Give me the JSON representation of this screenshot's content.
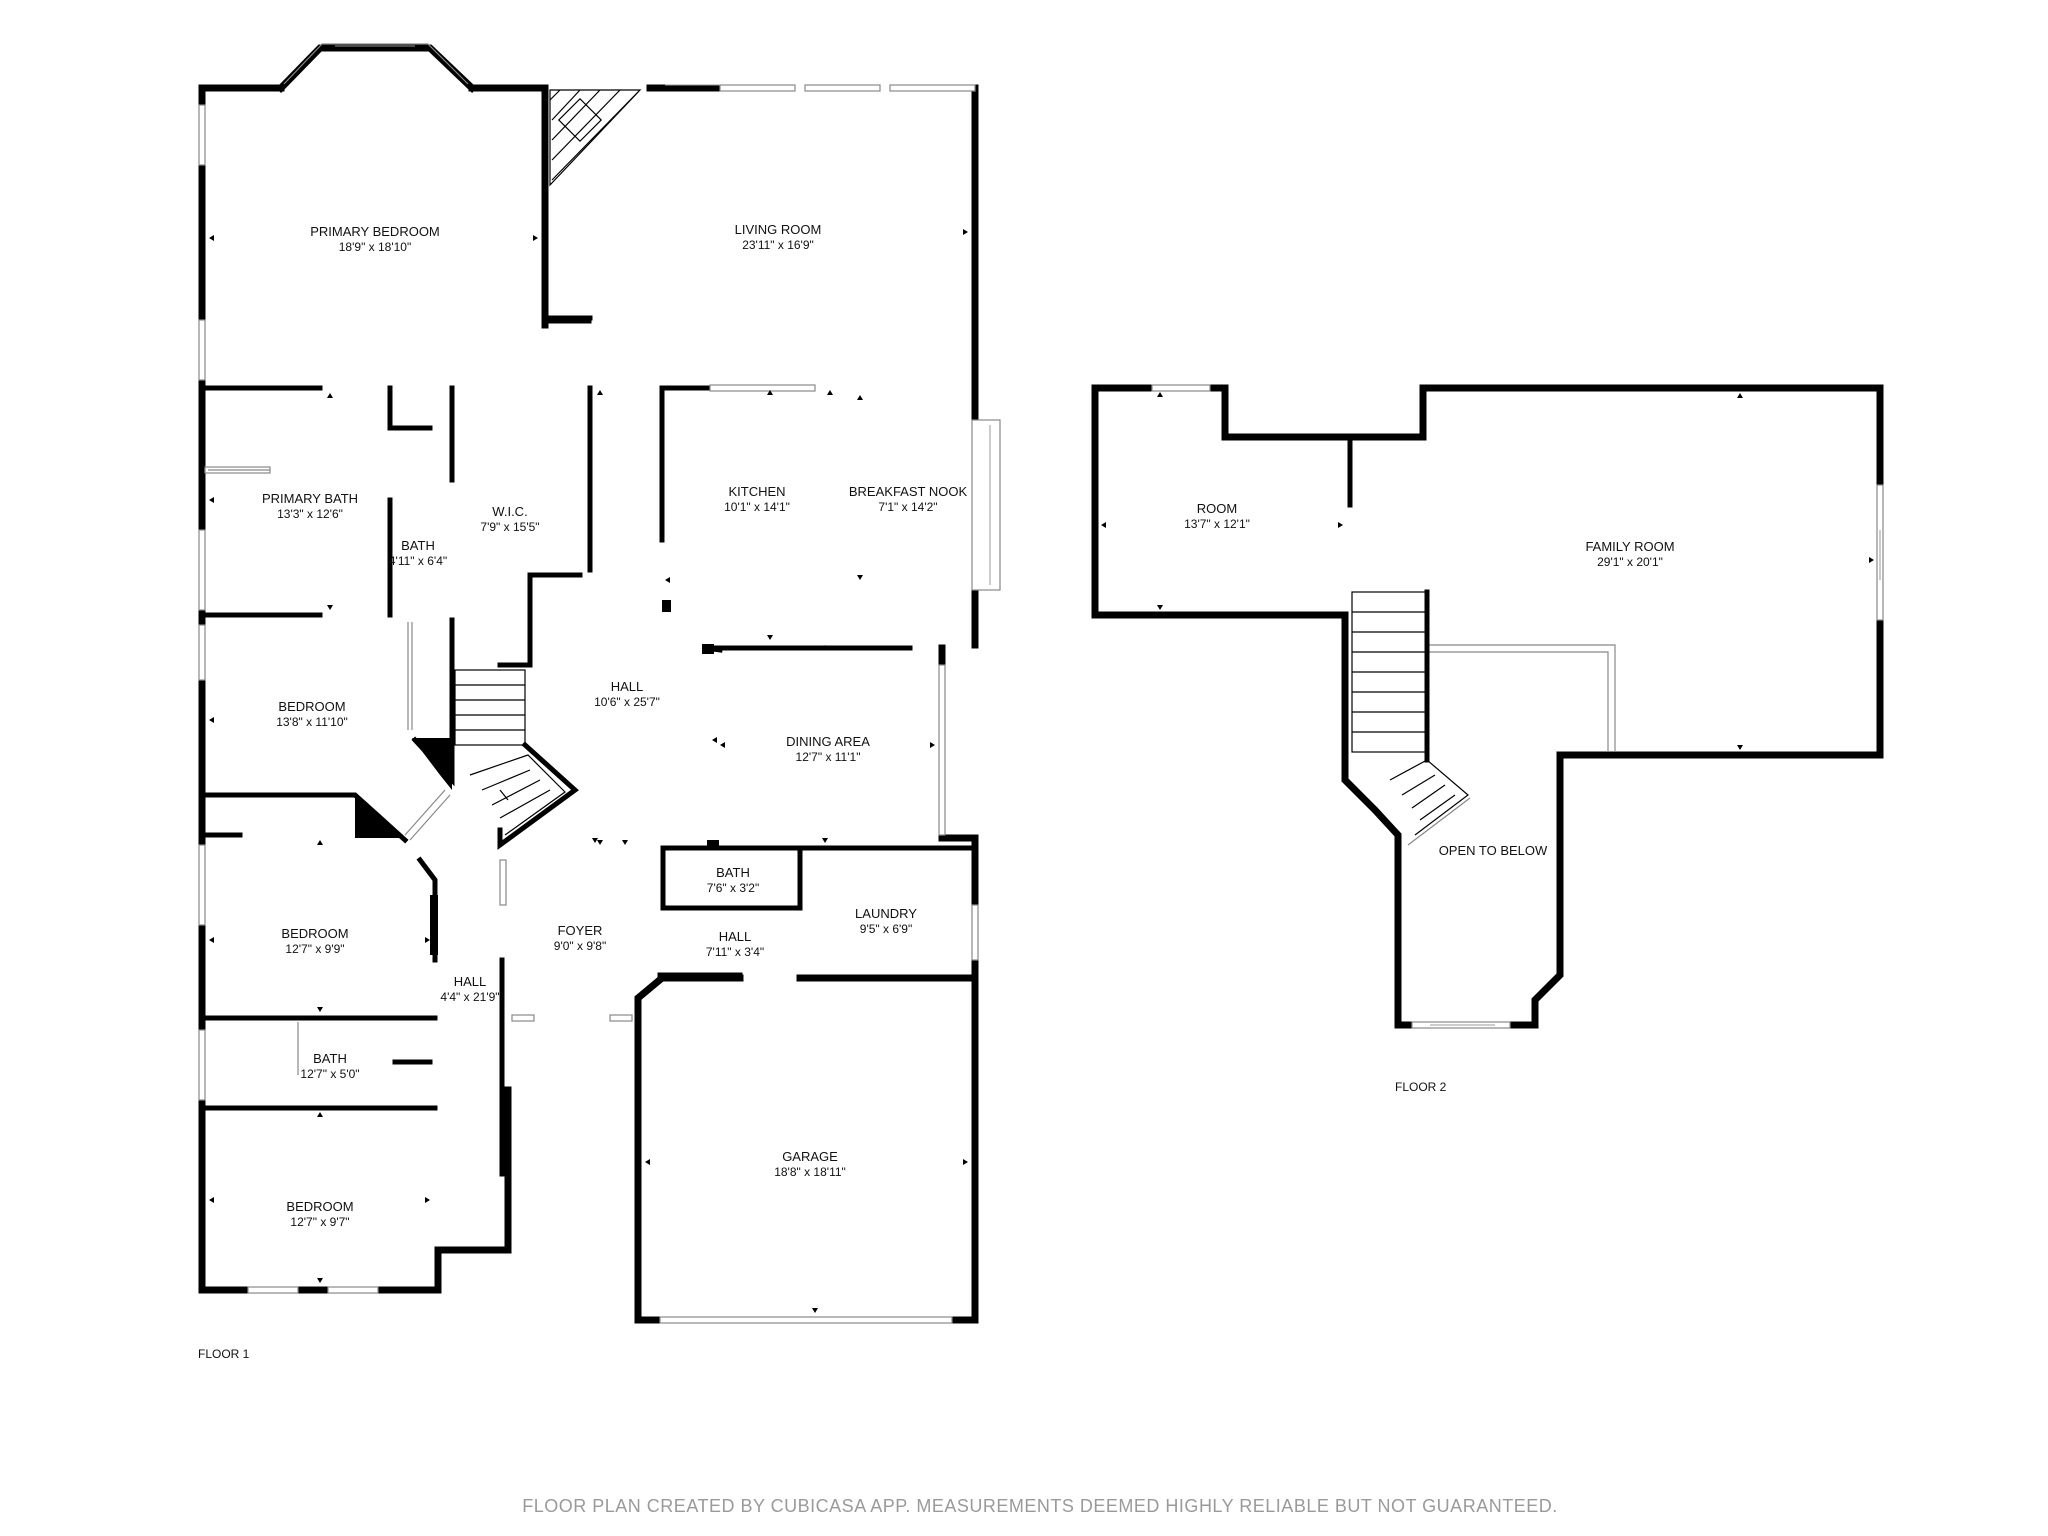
{
  "rooms": {
    "primary_bedroom": {
      "name": "PRIMARY BEDROOM",
      "dim": "18'9\" x 18'10\""
    },
    "living_room": {
      "name": "LIVING ROOM",
      "dim": "23'11\" x 16'9\""
    },
    "primary_bath": {
      "name": "PRIMARY BATH",
      "dim": "13'3\" x 12'6\""
    },
    "bath_small": {
      "name": "BATH",
      "dim": "4'11\" x 6'4\""
    },
    "wic": {
      "name": "W.I.C.",
      "dim": "7'9\" x 15'5\""
    },
    "kitchen": {
      "name": "KITCHEN",
      "dim": "10'1\" x 14'1\""
    },
    "breakfast_nook": {
      "name": "BREAKFAST NOOK",
      "dim": "7'1\" x 14'2\""
    },
    "bedroom_1": {
      "name": "BEDROOM",
      "dim": "13'8\" x 11'10\""
    },
    "hall_main": {
      "name": "HALL",
      "dim": "10'6\" x 25'7\""
    },
    "dining_area": {
      "name": "DINING AREA",
      "dim": "12'7\" x 11'1\""
    },
    "bath_2": {
      "name": "BATH",
      "dim": "7'6\" x 3'2\""
    },
    "laundry": {
      "name": "LAUNDRY",
      "dim": "9'5\" x 6'9\""
    },
    "bedroom_2": {
      "name": "BEDROOM",
      "dim": "12'7\" x 9'9\""
    },
    "foyer": {
      "name": "FOYER",
      "dim": "9'0\" x 9'8\""
    },
    "hall_2": {
      "name": "HALL",
      "dim": "7'11\" x 3'4\""
    },
    "hall_3": {
      "name": "HALL",
      "dim": "4'4\" x 21'9\""
    },
    "bath_3": {
      "name": "BATH",
      "dim": "12'7\" x 5'0\""
    },
    "garage": {
      "name": "GARAGE",
      "dim": "18'8\" x 18'11\""
    },
    "bedroom_3": {
      "name": "BEDROOM",
      "dim": "12'7\" x 9'7\""
    },
    "room_f2": {
      "name": "ROOM",
      "dim": "13'7\" x 12'1\""
    },
    "family_room": {
      "name": "FAMILY ROOM",
      "dim": "29'1\" x 20'1\""
    },
    "open_to_below": {
      "name": "OPEN TO BELOW"
    }
  },
  "floors": {
    "floor1": "FLOOR 1",
    "floor2": "FLOOR 2"
  },
  "footer": "FLOOR PLAN CREATED BY CUBICASA APP. MEASUREMENTS DEEMED HIGHLY RELIABLE BUT NOT GUARANTEED."
}
